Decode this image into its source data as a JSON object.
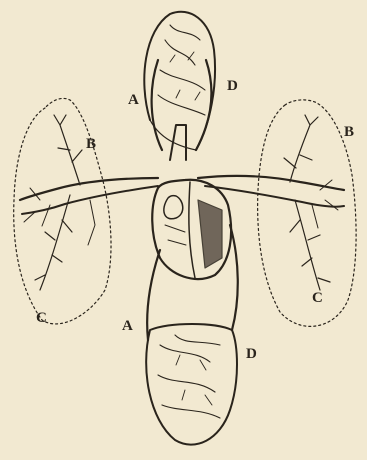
{
  "figure": {
    "labels": {
      "a_upper": "A",
      "d_upper": "D",
      "b_left": "B",
      "b_right": "B",
      "c_left": "C",
      "c_right": "C",
      "a_lower": "A",
      "d_lower": "D"
    },
    "colors": {
      "paper": "#f2e9d1",
      "ink": "#2a241c",
      "shade": "#5a5046"
    }
  }
}
